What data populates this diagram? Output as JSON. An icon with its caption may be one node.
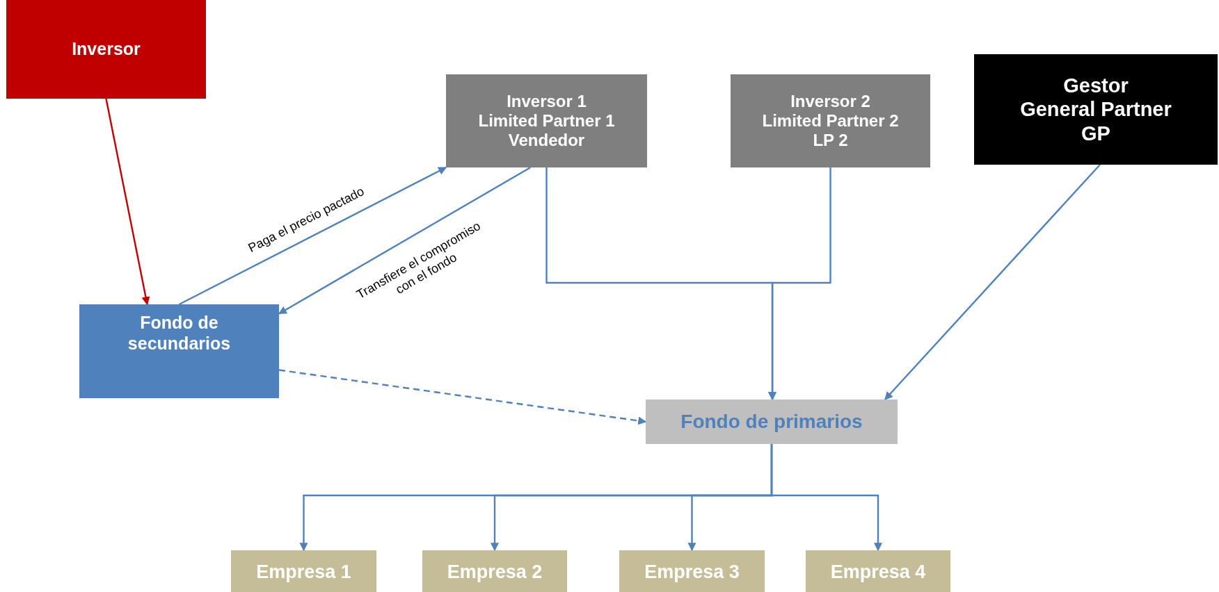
{
  "diagram": {
    "nodes": [
      {
        "text": [
          "Inversor"
        ]
      },
      {
        "text": [
          "Inversor 1",
          "Limited Partner 1",
          "Vendedor"
        ]
      },
      {
        "text": [
          "Inversor 2",
          "Limited Partner 2",
          "LP 2"
        ]
      },
      {
        "text": [
          "Gestor",
          "General Partner",
          "GP"
        ]
      },
      {
        "text": [
          "Fondo de secundarios"
        ]
      },
      {
        "text": [
          "Fondo de primarios"
        ]
      },
      {
        "text": [
          "Empresa 1"
        ]
      },
      {
        "text": [
          "Empresa 2"
        ]
      },
      {
        "text": [
          "Empresa 3"
        ]
      },
      {
        "text": [
          "Empresa 4"
        ]
      }
    ],
    "edges": [
      {
        "from": 0,
        "to": 4,
        "arrow": "to",
        "color": "#c00000"
      },
      {
        "from": 4,
        "to": 1,
        "arrow": "to",
        "label": "Paga el precio pactado"
      },
      {
        "from": 1,
        "to": 4,
        "arrow": "to",
        "label": "Transfiere el compromiso con el fondo"
      },
      {
        "from": 1,
        "to": 5,
        "arrow": "to"
      },
      {
        "from": 2,
        "to": 5,
        "arrow": "to"
      },
      {
        "from": 3,
        "to": 5,
        "arrow": "to"
      },
      {
        "from": 4,
        "to": 5,
        "arrow": "to",
        "style": "dashed"
      },
      {
        "from": 5,
        "to": 6,
        "arrow": "to"
      },
      {
        "from": 5,
        "to": 7,
        "arrow": "to"
      },
      {
        "from": 5,
        "to": 8,
        "arrow": "to"
      },
      {
        "from": 5,
        "to": 9,
        "arrow": "to"
      }
    ]
  }
}
